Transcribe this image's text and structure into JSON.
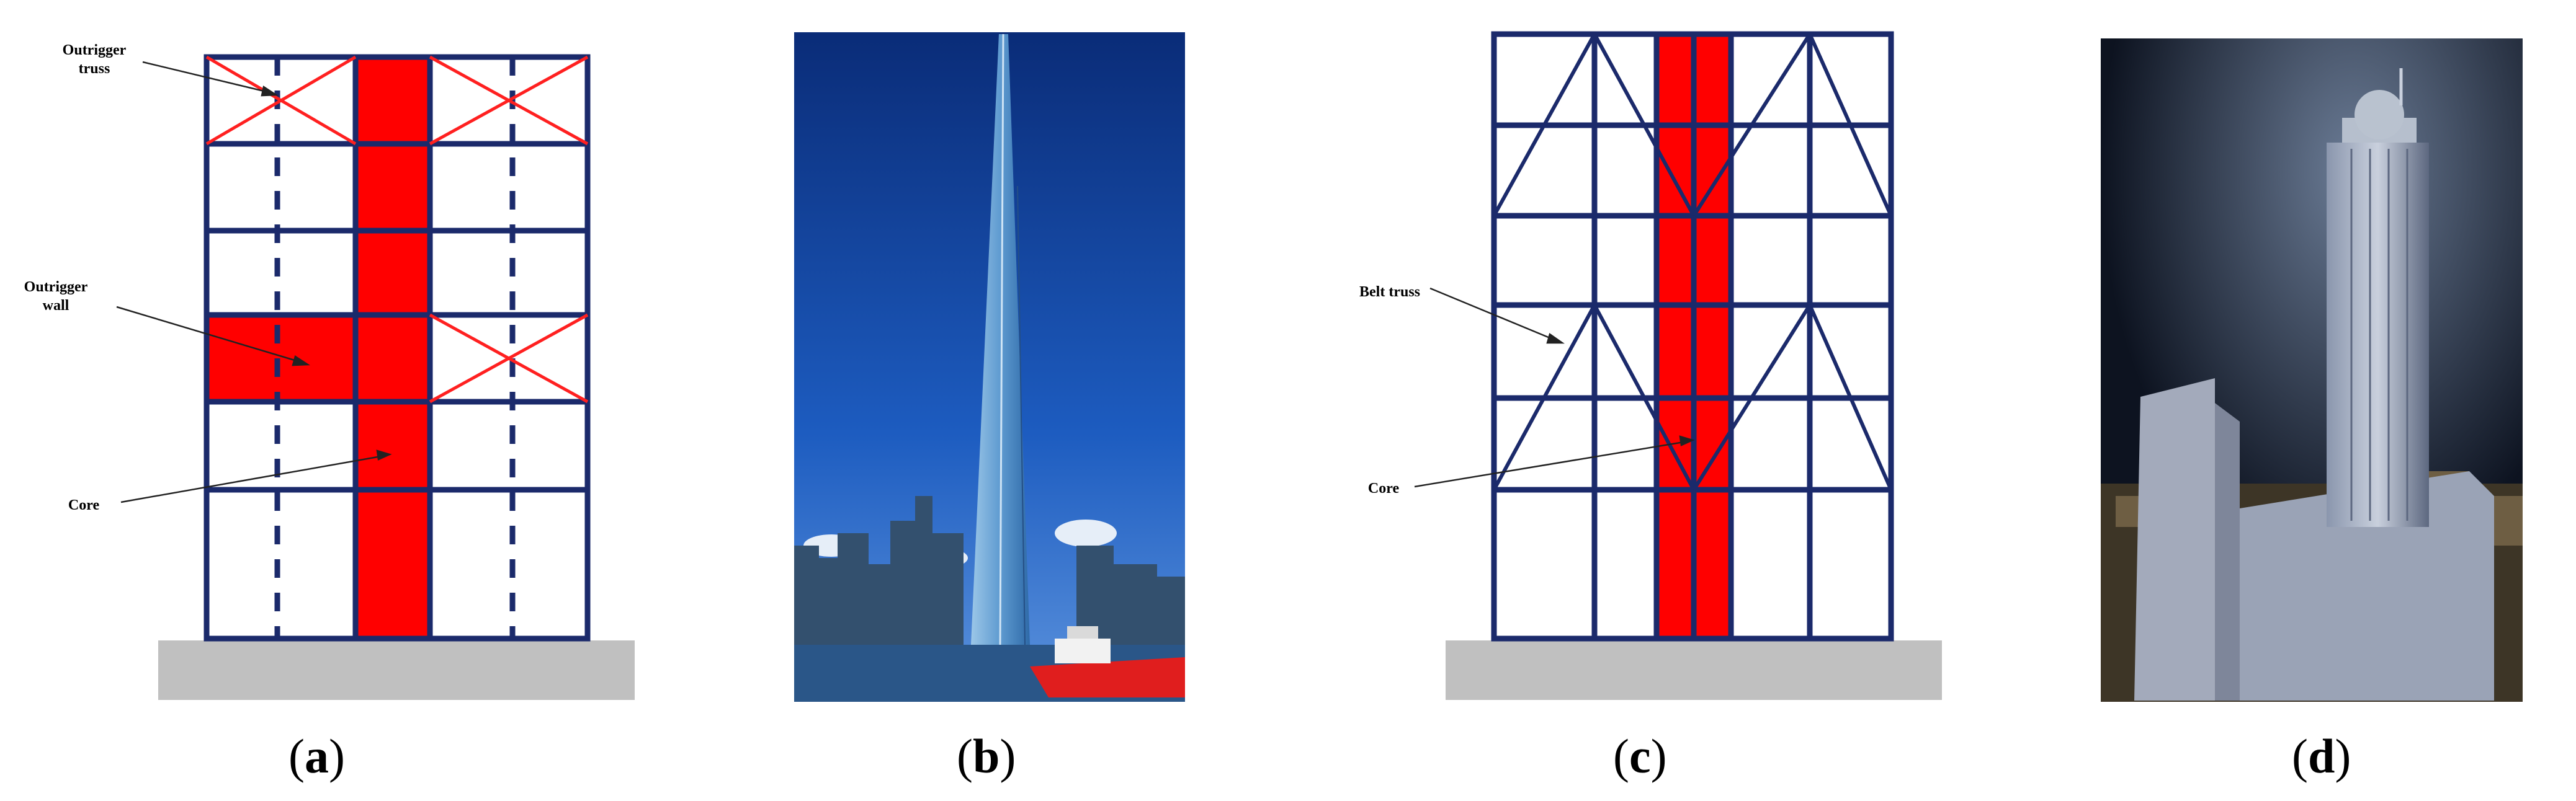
{
  "panels": {
    "a": {
      "caption_open": "(",
      "caption_letter": "a",
      "caption_close": ")",
      "callouts": {
        "outrigger_truss_line1": "Outrigger",
        "outrigger_truss_line2": "truss",
        "outrigger_wall_line1": "Outrigger",
        "outrigger_wall_line2": "wall",
        "core": "Core"
      }
    },
    "b": {
      "caption_open": "(",
      "caption_letter": "b",
      "caption_close": ")",
      "image": "photo-skyscraper-waterfront"
    },
    "c": {
      "caption_open": "(",
      "caption_letter": "c",
      "caption_close": ")",
      "callouts": {
        "belt_truss": "Belt truss",
        "core": "Core"
      }
    },
    "d": {
      "caption_open": "(",
      "caption_letter": "d",
      "caption_close": ")",
      "image": "photo-tower-model"
    }
  },
  "colors": {
    "frame": "#1b2a6b",
    "core": "#ff0000",
    "ground": "#c0c0c0",
    "sky_b": "#0b3a8a",
    "sky_d": "#101826"
  }
}
